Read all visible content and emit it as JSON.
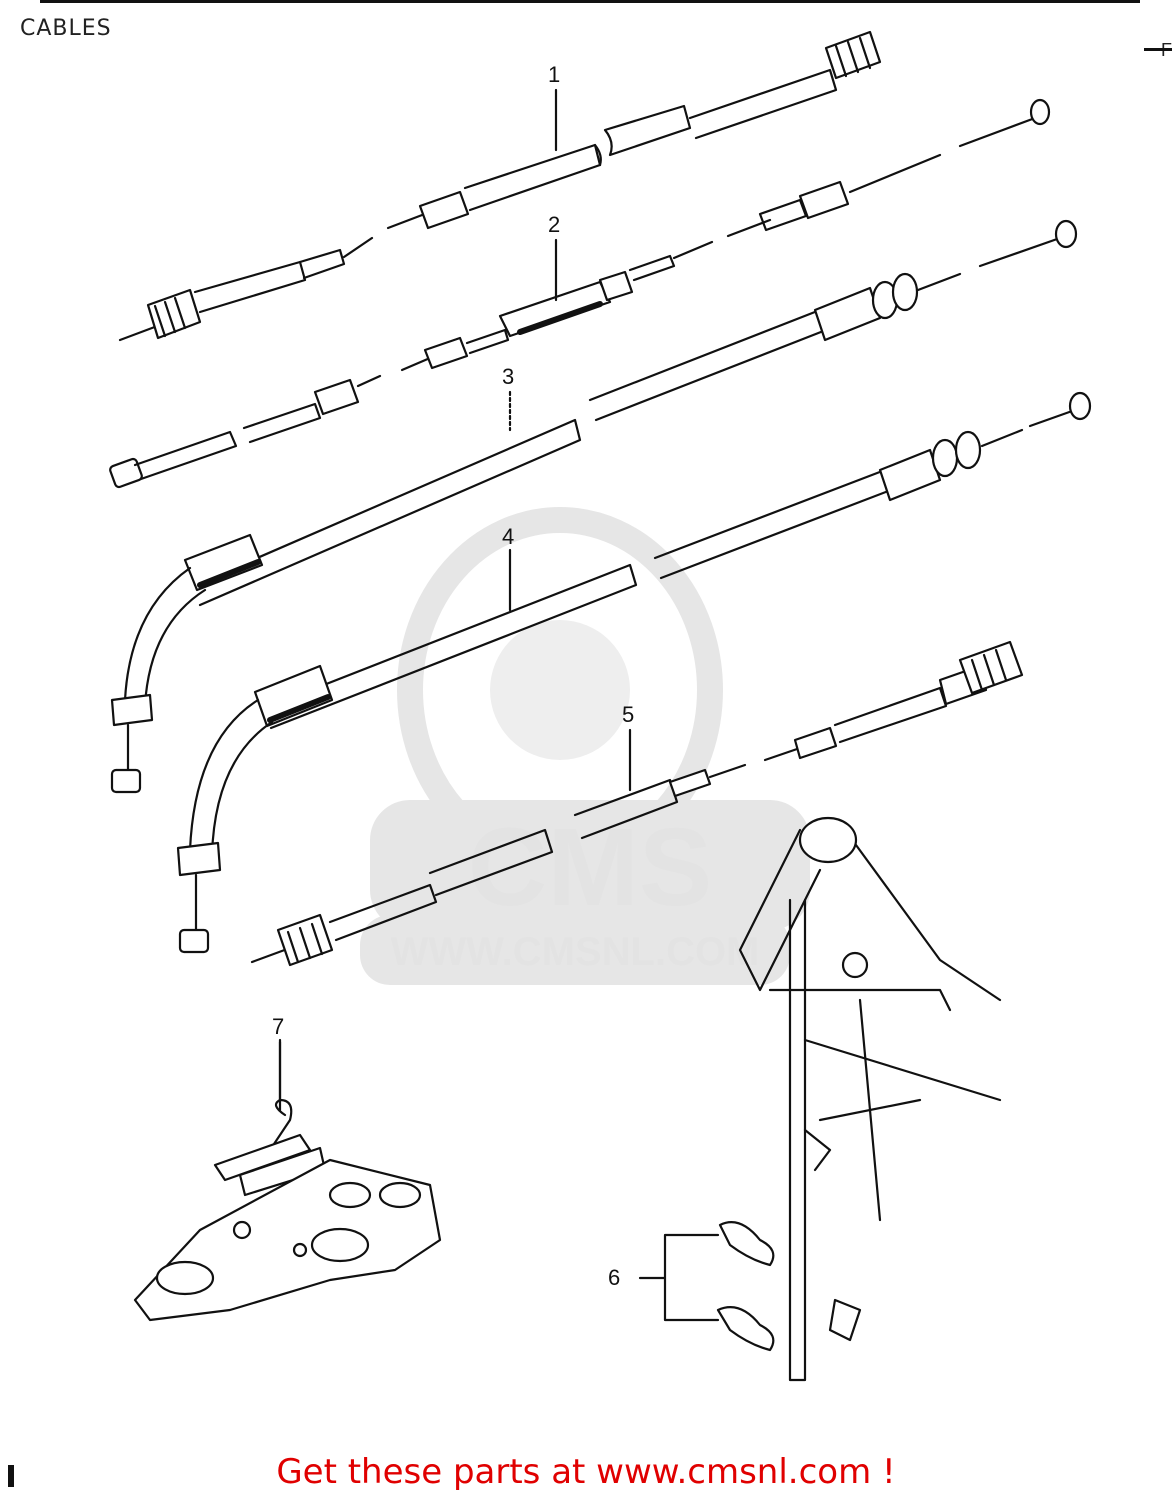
{
  "header": {
    "title": "CABLES",
    "corner_mark": "F"
  },
  "watermark": {
    "brand": "CMS",
    "url": "WWW.CMSNL.COM"
  },
  "callouts": [
    "1",
    "2",
    "3",
    "4",
    "5",
    "6",
    "7"
  ],
  "footer": {
    "text": "Get these parts at www.cmsnl.com !",
    "color": "#e00000"
  }
}
